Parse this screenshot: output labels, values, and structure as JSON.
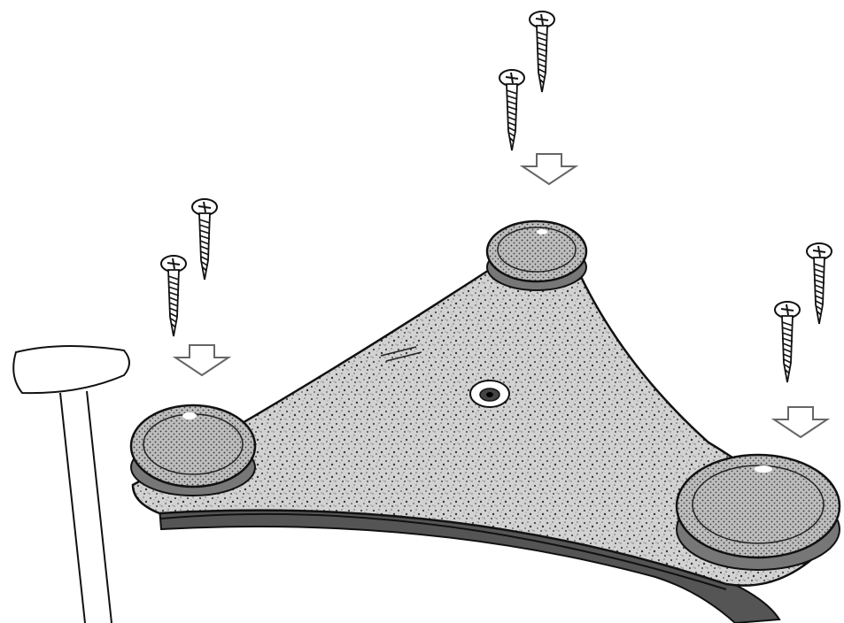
{
  "figure": {
    "subject": "triangular-base-plate-assembly",
    "style": "black-and-white line drawing",
    "colors": {
      "background": "#ffffff",
      "ink": "#111111",
      "plate_fill": "#cfcfcf",
      "pad_fill": "#bdbdbd",
      "arrow_fill": "#ffffff",
      "arrow_stroke": "#555555"
    },
    "screws": [
      {
        "group": "center"
      },
      {
        "group": "center"
      },
      {
        "group": "left"
      },
      {
        "group": "left"
      },
      {
        "group": "right"
      },
      {
        "group": "right"
      }
    ],
    "arrows": [
      {
        "target": "center-pad"
      },
      {
        "target": "left-pad"
      },
      {
        "target": "right-pad"
      }
    ],
    "pads": [
      {
        "position": "top"
      },
      {
        "position": "left"
      },
      {
        "position": "right"
      }
    ]
  }
}
